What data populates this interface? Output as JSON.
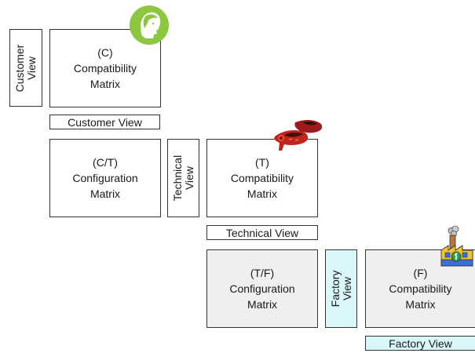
{
  "customer": {
    "matrix": {
      "code": "(C)",
      "line1": "Compatibility",
      "line2": "Matrix"
    },
    "side_label": "Customer\nView",
    "bottom_label": "Customer View"
  },
  "customer_technical": {
    "matrix": {
      "code": "(C/T)",
      "line1": "Configuration",
      "line2": "Matrix"
    }
  },
  "technical": {
    "side_label": "Technical\nView",
    "matrix": {
      "code": "(T)",
      "line1": "Compatibility",
      "line2": "Matrix"
    },
    "bottom_label": "Technical View"
  },
  "technical_factory": {
    "matrix": {
      "code": "(T/F)",
      "line1": "Configuration",
      "line2": "Matrix"
    }
  },
  "factory": {
    "side_label": "Factory\nView",
    "matrix": {
      "code": "(F)",
      "line1": "Compatibility",
      "line2": "Matrix"
    },
    "bottom_label": "Factory View"
  },
  "icons": {
    "customer": "woman-head-icon",
    "technical": "red-shoes-icon",
    "factory": "factory-icon"
  },
  "colors": {
    "factory_label_fill": "#d9f7f9",
    "shaded_matrix_fill": "#efefef",
    "customer_icon": "#8dc63f"
  }
}
